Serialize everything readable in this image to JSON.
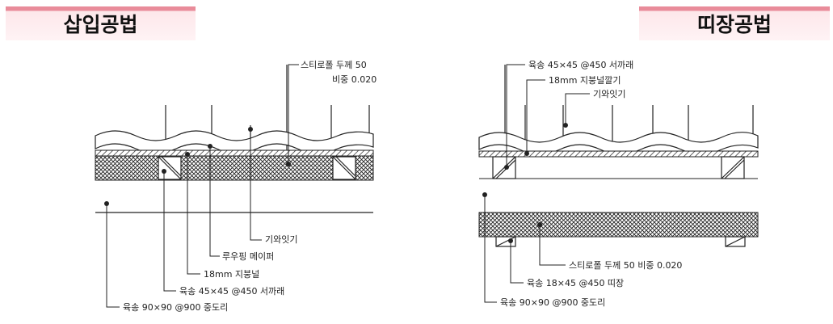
{
  "titles": {
    "left": "삽입공법",
    "right": "띠장공법"
  },
  "left_labels": {
    "styrofoam_line1": "스티로폴 두께 50",
    "styrofoam_line2": "비중 0.020",
    "tile": "기와잇기",
    "roofing": "루우핑 메이퍼",
    "sheathing": "18mm  지붕널",
    "rafter": "육송 45×45  @450 서까래",
    "purlin": "육송 90×90 @900 중도리"
  },
  "right_labels": {
    "rafter": "육송  45×45  @450 서까래",
    "sheathing": "18mm 지붕널깔기",
    "tile": "기와잇기",
    "styrofoam": "스티로폴 두께 50  비중 0.020",
    "batten": "육송 18×45  @450 띠장",
    "purlin": "육송  90×90  @900 중도리"
  },
  "colors": {
    "title_accent": "#e98c9a",
    "title_fill": "#fdebee",
    "line": "#222222"
  }
}
